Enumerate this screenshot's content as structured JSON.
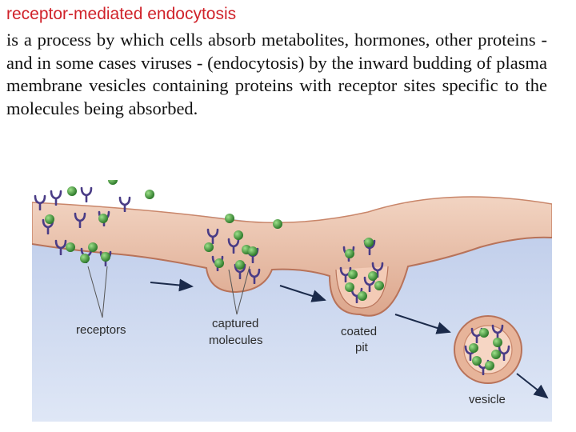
{
  "slide": {
    "title": "receptor-mediated endocytosis",
    "body": "is a process by which cells absorb metabolites, hormones, other proteins - and in some cases viruses - (endocytosis) by the inward budding of plasma membrane vesicles containing proteins with receptor sites specific to the molecules being absorbed."
  },
  "diagram": {
    "labels": {
      "receptors": "receptors",
      "captured_1": "captured",
      "captured_2": "molecules",
      "coated_1": "coated",
      "coated_2": "pit",
      "vesicle": "vesicle"
    },
    "colors": {
      "membrane": "#e3b79f",
      "membrane_edge": "#c9866a",
      "cytoplasm": "#c9d6ee",
      "receptor": "#4a3c86",
      "molecule": "#3f9a3a"
    }
  }
}
